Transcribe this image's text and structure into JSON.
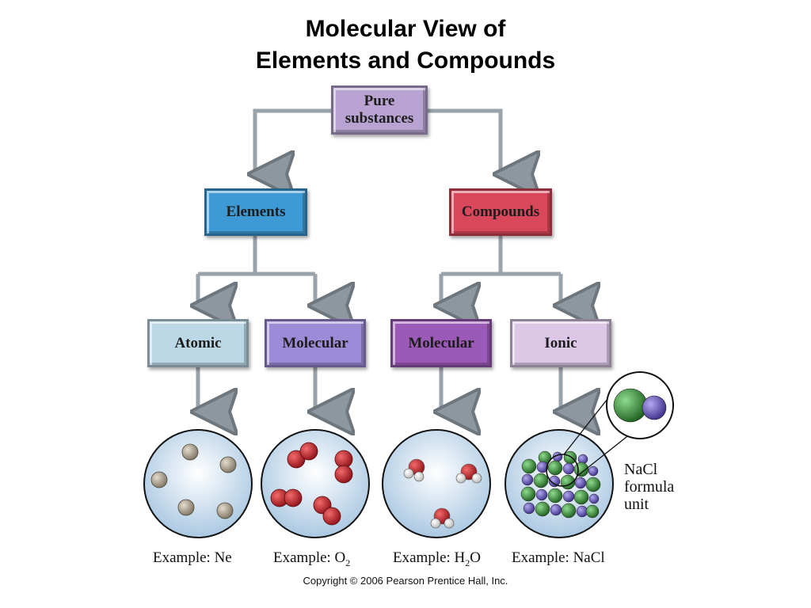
{
  "title": {
    "line1": "Molecular View of",
    "line2": "Elements and Compounds"
  },
  "boxes": {
    "pure": {
      "line1": "Pure",
      "line2": "substances"
    },
    "elements": "Elements",
    "compounds": "Compounds",
    "atomic": "Atomic",
    "molecular_el": "Molecular",
    "molecular_cp": "Molecular",
    "ionic": "Ionic"
  },
  "colors": {
    "pure": "#b9a3d3",
    "elements": "#3d9ad4",
    "compounds": "#d9475a",
    "atomic": "#bcd8e6",
    "molecular_el": "#9c8bd6",
    "molecular_cp": "#9b5ab8",
    "ionic": "#dcc8e6",
    "arrow": "#9aa3ab",
    "ne_atom": "#a59a86",
    "o_atom": "#c4222c",
    "h_atom": "#f2f2f2",
    "na_ion": "#6a5bb5",
    "cl_ion": "#3c8a3c"
  },
  "captions": {
    "ne": {
      "prefix": "Example: ",
      "formula": "Ne"
    },
    "o2": {
      "prefix": "Example: O",
      "sub": "2",
      "suffix": ""
    },
    "h2o": {
      "prefix": "Example: H",
      "sub": "2",
      "suffix": "O"
    },
    "nacl": {
      "prefix": "Example: ",
      "formula": "NaCl"
    }
  },
  "nacl_label": {
    "line1": "NaCl",
    "line2": "formula",
    "line3": "unit"
  },
  "copyright": "Copyright © 2006 Pearson Prentice Hall, Inc."
}
